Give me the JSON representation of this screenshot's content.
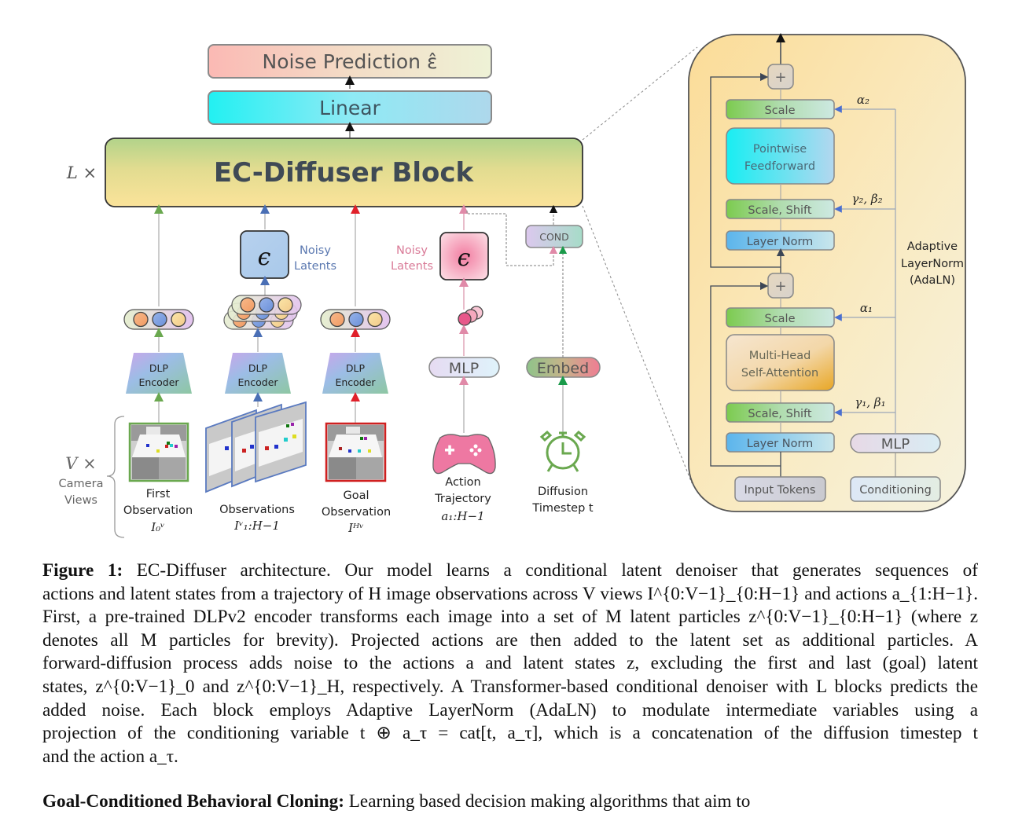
{
  "figure": {
    "top_stack": {
      "noise_prediction": "Noise Prediction ε̂",
      "linear": "Linear",
      "block": "EC-Diffuser Block",
      "repeat_label": "L ×"
    },
    "colors": {
      "green_arrow": "#6aa84f",
      "blue_arrow": "#4a6fb5",
      "red_arrow": "#e0202a",
      "pink_arrow": "#e08aa8",
      "black_arrow": "#111111",
      "noisy_blue_text": "#5a78b0",
      "noisy_pink_text": "#d97a97",
      "panel_bg": "#fae5a8"
    },
    "encoders": [
      {
        "label_1": "DLP",
        "label_2": "Encoder"
      },
      {
        "label_1": "DLP",
        "label_2": "Encoder"
      },
      {
        "label_1": "DLP",
        "label_2": "Encoder"
      }
    ],
    "noisy_latents_blue": {
      "line_1": "Noisy",
      "line_2": "Latents",
      "symbol": "ϵ"
    },
    "noisy_latents_pink": {
      "line_1": "Noisy",
      "line_2": "Latents",
      "symbol": "ϵ"
    },
    "mlp_label": "MLP",
    "embed_label": "Embed",
    "cond_label": "COND",
    "camera": {
      "line_1": "V ×",
      "line_2": "Camera",
      "line_3": "Views"
    },
    "inputs": [
      {
        "line_1": "First",
        "line_2": "Observation",
        "math": "I₀ᵛ"
      },
      {
        "line_1": "Observations",
        "line_2": "",
        "math": "Iᵛ₁:H−1"
      },
      {
        "line_1": "Goal",
        "line_2": "Observation",
        "math": "Iᴴᵛ"
      },
      {
        "line_1": "Action",
        "line_2": "Trajectory",
        "math": "a₁:H−1"
      },
      {
        "line_1": "Diffusion",
        "line_2": "Timestep t",
        "math": ""
      }
    ],
    "icons": [
      "gamepad-icon",
      "alarm-clock-icon"
    ],
    "block_detail": {
      "plus": "+",
      "scale_top": "Scale",
      "ffn_1": "Pointwise",
      "ffn_2": "Feedforward",
      "scale_shift_top": "Scale, Shift",
      "layernorm_top": "Layer Norm",
      "scale_bottom": "Scale",
      "mhsa_1": "Multi-Head",
      "mhsa_2": "Self-Attention",
      "scale_shift_bottom": "Scale, Shift",
      "layernorm_bottom": "Layer Norm",
      "mlp": "MLP",
      "input_tokens": "Input Tokens",
      "conditioning": "Conditioning",
      "alpha2": "α₂",
      "gamma2beta2": "γ₂, β₂",
      "alpha1": "α₁",
      "gamma1beta1": "γ₁, β₁",
      "adaln_1": "Adaptive",
      "adaln_2": "LayerNorm",
      "adaln_3": "(AdaLN)"
    }
  },
  "caption": {
    "label": "Figure 1:",
    "lines": [
      " EC-Diffuser architecture. Our model learns a conditional latent denoiser that generates sequences of",
      "actions and latent states from a trajectory of H image observations across V views I^{0:V−1}_{0:H−1} and actions a_{1:H−1}.",
      "First, a pre-trained DLPv2 encoder transforms each image into a set of M latent particles z^{0:V−1}_{0:H−1} (where z",
      "denotes all M particles for brevity). Projected actions are then added to the latent set as additional particles. A",
      "forward-diffusion process adds noise to the actions a and latent states z, excluding the first and last (goal) latent",
      "states, z^{0:V−1}_0 and z^{0:V−1}_H, respectively. A Transformer-based conditional denoiser with L blocks predicts the",
      "added noise. Each block employs Adaptive LayerNorm (AdaLN) to modulate intermediate variables using a",
      "projection of the conditioning variable t ⊕ a_τ = cat[t, a_τ], which is a concatenation of the diffusion timestep t",
      "and the action a_τ."
    ]
  },
  "next_paragraph": {
    "heading": "Goal-Conditioned Behavioral Cloning:",
    "text": " Learning based decision making algorithms that aim to"
  }
}
